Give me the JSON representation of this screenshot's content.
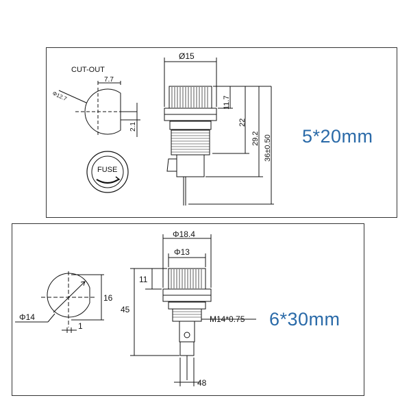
{
  "top_drawing": {
    "cutout_title": "CUT-OUT",
    "dim_diameter_cutout": "Φ12.7",
    "dim_flat_width": "7.7",
    "dim_flat_offset": "2.1",
    "fuse_label": "FUSE",
    "dim_diameter_cap": "Ø15",
    "dim_cap_height": "11.7",
    "dim_22": "22",
    "dim_29_2": "29.2",
    "dim_total": "36±0.50",
    "size_label": "5*20mm"
  },
  "bottom_drawing": {
    "dim_cutout_diameter": "Φ14",
    "dim_cutout_height": "16",
    "dim_flat": "1",
    "dim_outer_diameter": "Φ18.4",
    "dim_inner_diameter": "Φ13",
    "dim_cap_height": "11",
    "dim_total_height": "45",
    "dim_thread": "M14*0.75",
    "dim_terminal": "48",
    "size_label": "6*30mm"
  }
}
